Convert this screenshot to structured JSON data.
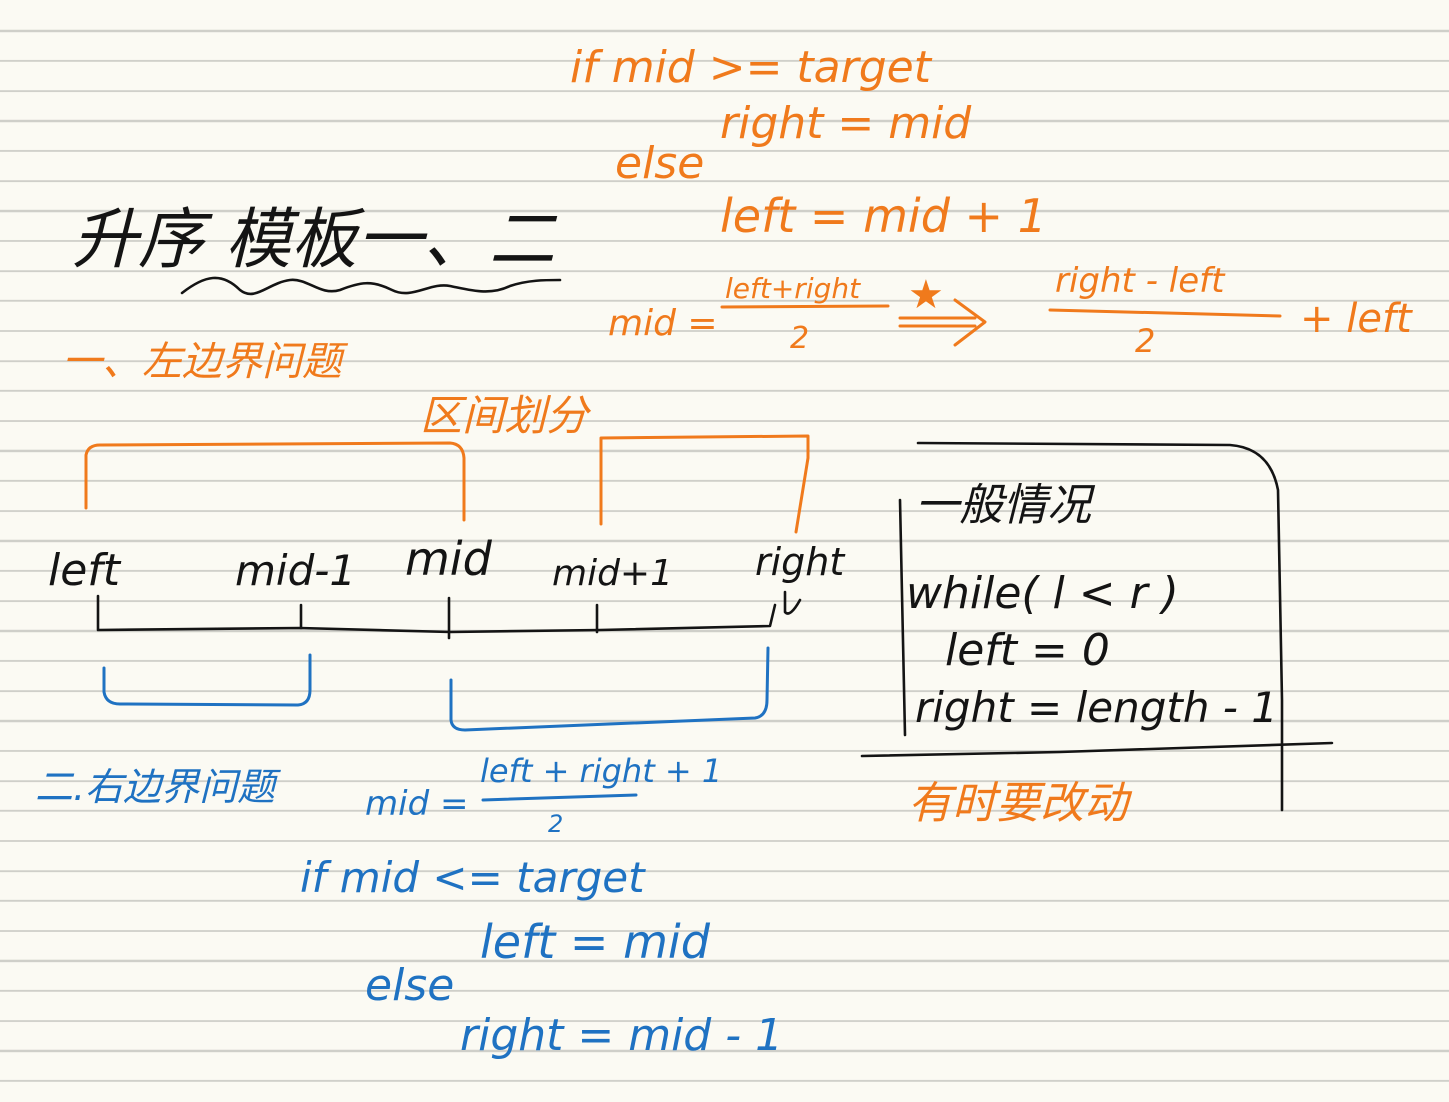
{
  "title": "升序 模板一、二",
  "orange_code": {
    "line1": "if mid >= target",
    "line2": "right = mid",
    "line3": "else",
    "line4": "left = mid + 1"
  },
  "mid_formula": {
    "prefix": "mid =",
    "numerator": "left+right",
    "denominator": "2",
    "star": "★",
    "alt_numerator": "right - left",
    "alt_denominator": "2",
    "alt_suffix": "+ left"
  },
  "left_boundary_heading": "一、左边界问题",
  "interval_label": "区间划分",
  "axis_labels": {
    "left": "left",
    "mid_minus_1": "mid-1",
    "mid": "mid",
    "mid_plus_1": "mid+1",
    "right": "right"
  },
  "general_case": {
    "heading": "一般情况",
    "line1": "while( l < r )",
    "line2": "left = 0",
    "line3": "right = length - 1",
    "note": "有时要改动"
  },
  "right_boundary_heading": "二.右边界问题",
  "blue_code": {
    "mid_prefix": "mid =",
    "mid_numerator": "left + right + 1",
    "mid_denominator": "2",
    "line1": "if mid <= target",
    "line2": "left = mid",
    "line3": "else",
    "line4": "right = mid - 1"
  },
  "colors": {
    "orange": "#f07a1c",
    "blue": "#1f72c2",
    "black": "#141414",
    "paper": "#fbfaf3",
    "rule": "#cfcfc9"
  }
}
